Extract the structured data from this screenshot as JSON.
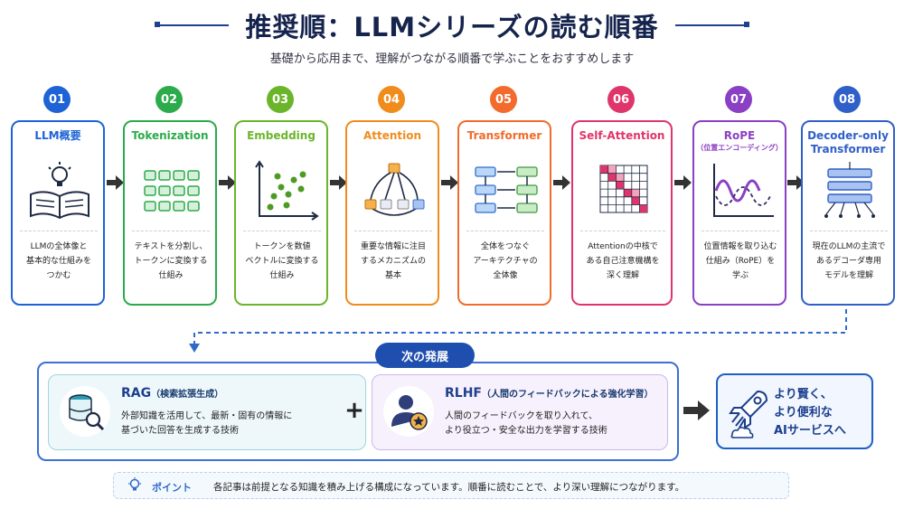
{
  "header": {
    "title": "推奨順：LLMシリーズの読む順番",
    "subtitle": "基礎から応用まで、理解がつながる順番で学ぶことをおすすめします"
  },
  "steps": [
    {
      "num": "01",
      "title": "LLM概要",
      "subtitle": "",
      "desc": [
        "LLMの全体像と",
        "基本的な仕組みを",
        "つかむ"
      ],
      "color": "#1e63d6",
      "icon": "book-lightbulb-icon"
    },
    {
      "num": "02",
      "title": "Tokenization",
      "subtitle": "",
      "desc": [
        "テキストを分割し、",
        "トークンに変換する",
        "仕組み"
      ],
      "color": "#2bab4a",
      "icon": "token-grid-icon"
    },
    {
      "num": "03",
      "title": "Embedding",
      "subtitle": "",
      "desc": [
        "トークンを数値",
        "ベクトルに変換する",
        "仕組み"
      ],
      "color": "#6bb52b",
      "icon": "scatter-plot-icon"
    },
    {
      "num": "04",
      "title": "Attention",
      "subtitle": "",
      "desc": [
        "重要な情報に注目",
        "するメカニズムの",
        "基本"
      ],
      "color": "#f08c1c",
      "icon": "attention-graph-icon"
    },
    {
      "num": "05",
      "title": "Transformer",
      "subtitle": "",
      "desc": [
        "全体をつなぐ",
        "アーキテクチャの",
        "全体像"
      ],
      "color": "#f26b2c",
      "icon": "transformer-blocks-icon"
    },
    {
      "num": "06",
      "title": "Self-Attention",
      "subtitle": "",
      "desc": [
        "Attentionの中核で",
        "ある自己注意機構を",
        "深く理解"
      ],
      "color": "#e0356a",
      "icon": "attention-matrix-icon"
    },
    {
      "num": "07",
      "title": "RoPE",
      "subtitle": "（位置エンコーディング）",
      "desc": [
        "位置情報を取り込む",
        "仕組み（RoPE）を",
        "学ぶ"
      ],
      "color": "#8a3fc4",
      "icon": "wave-icon"
    },
    {
      "num": "08",
      "title": "Decoder-only",
      "subtitle": "Transformer",
      "desc": [
        "現在のLLMの主流で",
        "あるデコーダ専用",
        "モデルを理解"
      ],
      "color": "#2f5fc8",
      "icon": "decoder-stack-icon"
    }
  ],
  "next": {
    "label": "次の発展",
    "rag": {
      "title": "RAG",
      "paren": "（検索拡張生成）",
      "desc": [
        "外部知識を活用して、最新・固有の情報に",
        "基づいた回答を生成する技術"
      ],
      "icon": "database-search-icon"
    },
    "plus": "+",
    "rlhf": {
      "title": "RLHF",
      "paren": "（人間のフィードバックによる強化学習）",
      "desc": [
        "人間のフィードバックを取り入れて、",
        "より役立つ・安全な出力を学習する技術"
      ],
      "icon": "person-star-icon"
    },
    "final": {
      "lines": [
        "より賢く、",
        "より便利な",
        "AIサービスへ"
      ],
      "icon": "rocket-icon"
    }
  },
  "point": {
    "label": "ポイント",
    "text": "各記事は前提となる知識を積み上げる構成になっています。順番に読むことで、より深い理解につながります。",
    "icon": "lightbulb-icon"
  }
}
